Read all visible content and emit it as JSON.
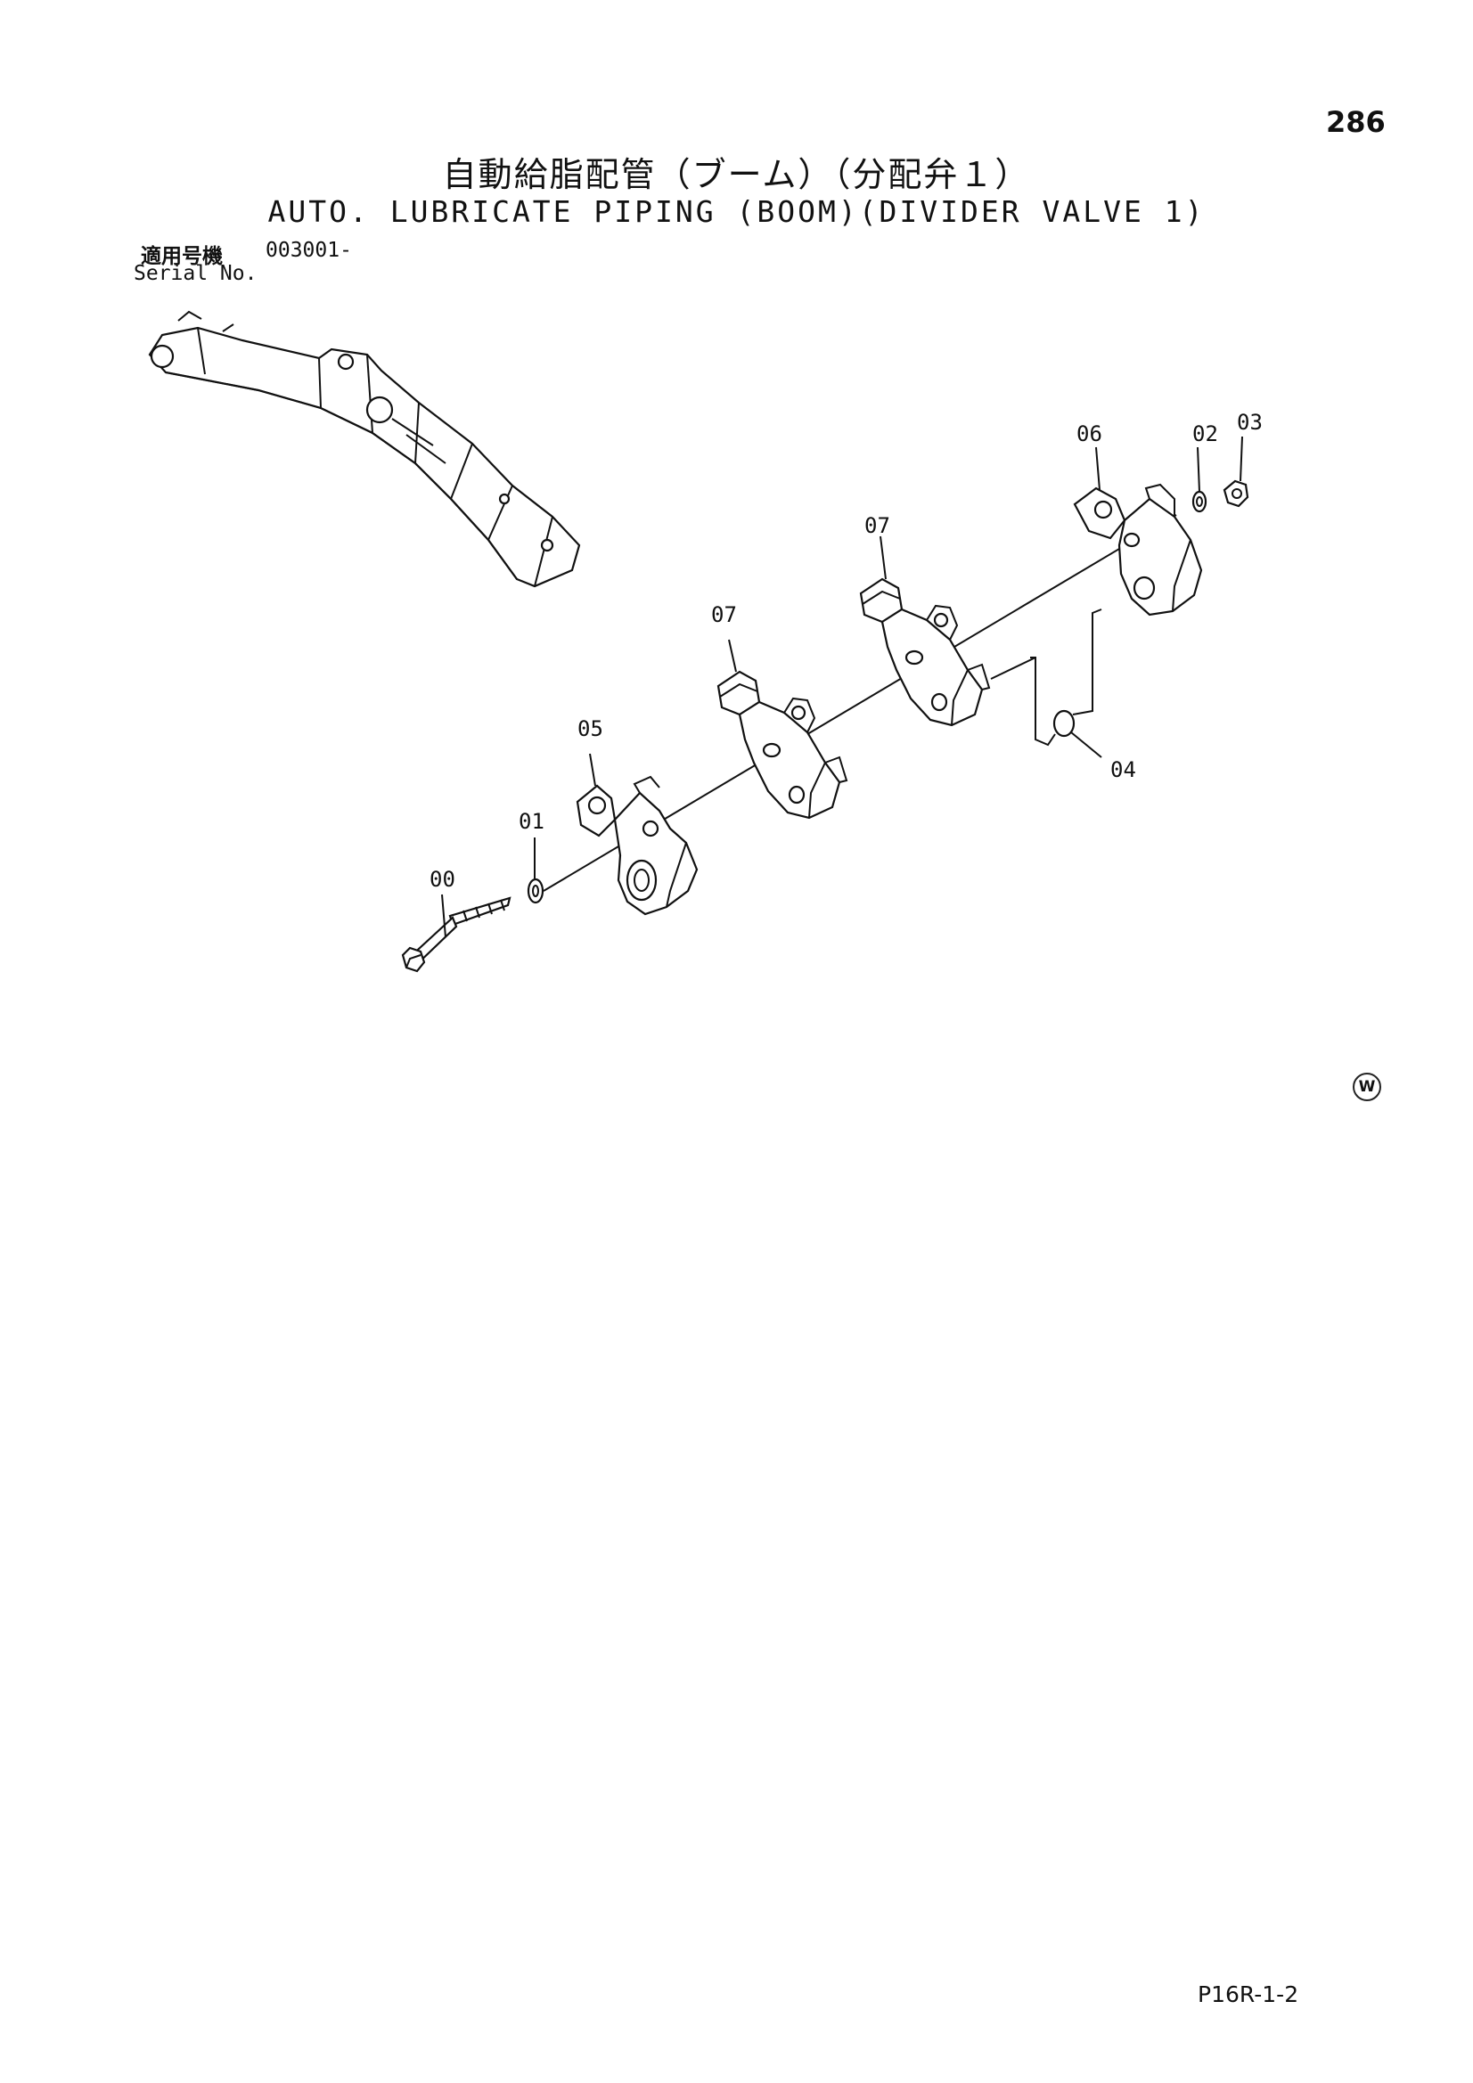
{
  "page_number": "286",
  "title_ja": "自動給脂配管（ブーム）（分配弁１）",
  "title_en": "AUTO. LUBRICATE PIPING (BOOM)(DIVIDER VALVE 1)",
  "serial": {
    "label_ja": "適用号機",
    "label_en": "Serial No.",
    "value": "003001-"
  },
  "callouts": {
    "p00": "00",
    "p01": "01",
    "p02": "02",
    "p03": "03",
    "p04": "04",
    "p05": "05",
    "p06": "06",
    "p07a": "07",
    "p07b": "07"
  },
  "watermark_mark": "W",
  "footer_code": "P16R-1-2"
}
